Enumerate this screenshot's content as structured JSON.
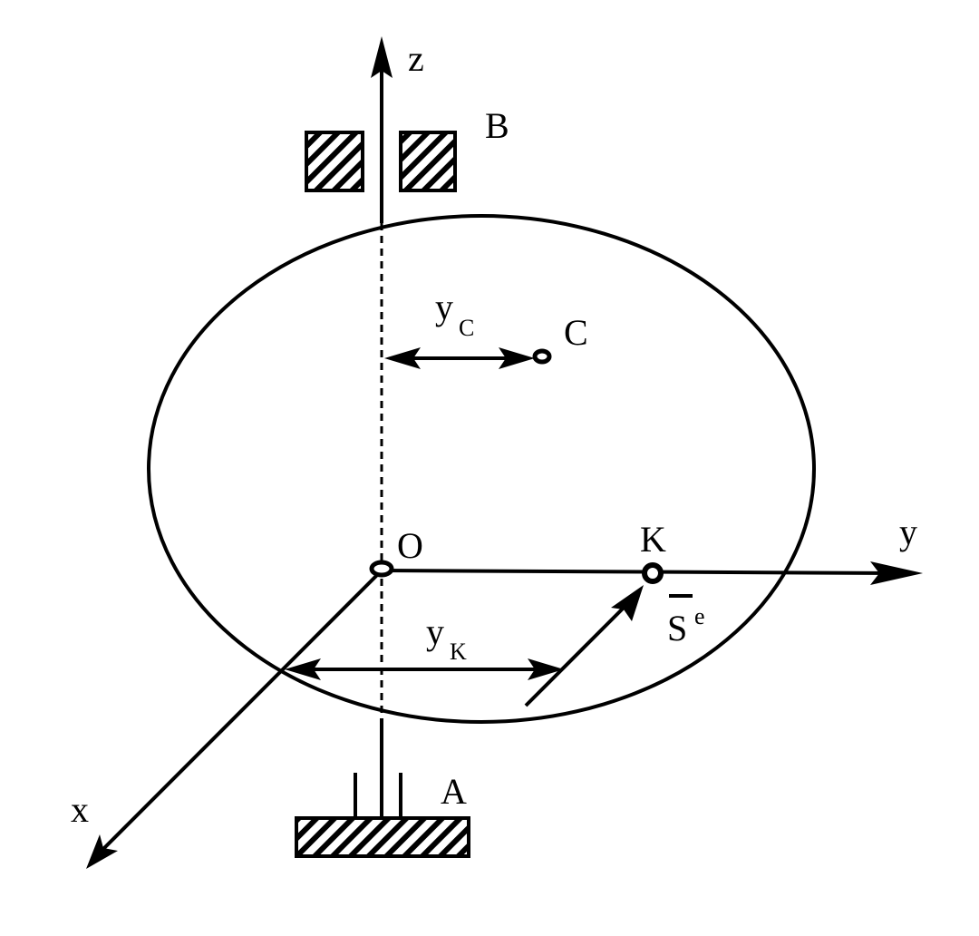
{
  "labels": {
    "z": "z",
    "y": "y",
    "x": "x",
    "B": "B",
    "A": "A",
    "C": "C",
    "O": "O",
    "K": "K",
    "yC_main": "y",
    "yC_sub": "C",
    "yK_main": "y",
    "yK_sub": "K",
    "S_main": "S",
    "S_sup": "e"
  }
}
